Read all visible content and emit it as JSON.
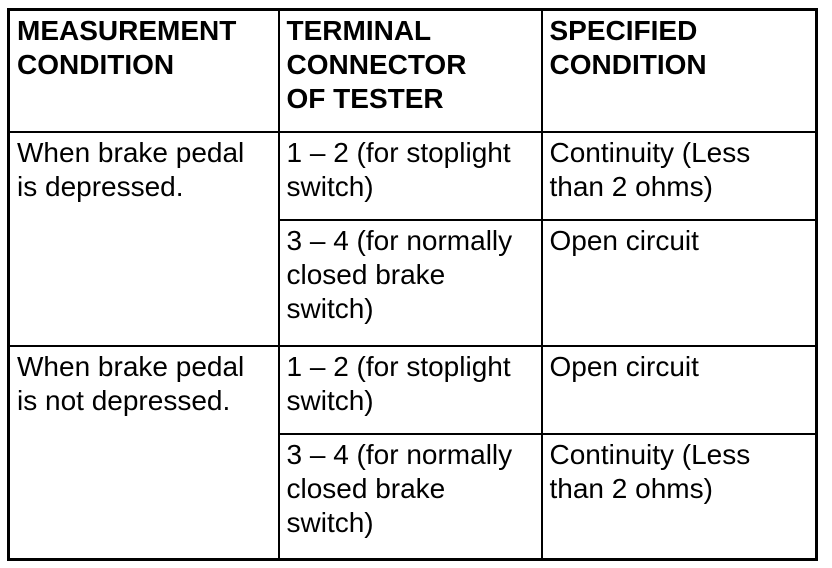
{
  "colors": {
    "background": "#ffffff",
    "border": "#000000",
    "text": "#000000"
  },
  "table": {
    "headers": [
      "MEASUREMENT\nCONDITION",
      "TERMINAL\nCONNECTOR\nOF TESTER",
      "SPECIFIED\nCONDITION"
    ],
    "row_groups": [
      {
        "measurement_condition": "When brake pedal\nis depressed.",
        "sub_rows": [
          {
            "terminal_connector": "1 – 2 (for stoplight\nswitch)",
            "specified_condition": "Continuity (Less\nthan 2 ohms)"
          },
          {
            "terminal_connector": "3 – 4 (for normally\nclosed brake\nswitch)",
            "specified_condition": "Open circuit"
          }
        ]
      },
      {
        "measurement_condition": "When brake pedal\nis not depressed.",
        "sub_rows": [
          {
            "terminal_connector": "1 – 2 (for stoplight\nswitch)",
            "specified_condition": "Open circuit"
          },
          {
            "terminal_connector": "3 – 4 (for normally\nclosed brake\nswitch)",
            "specified_condition": "Continuity (Less\nthan 2 ohms)"
          }
        ]
      }
    ]
  }
}
